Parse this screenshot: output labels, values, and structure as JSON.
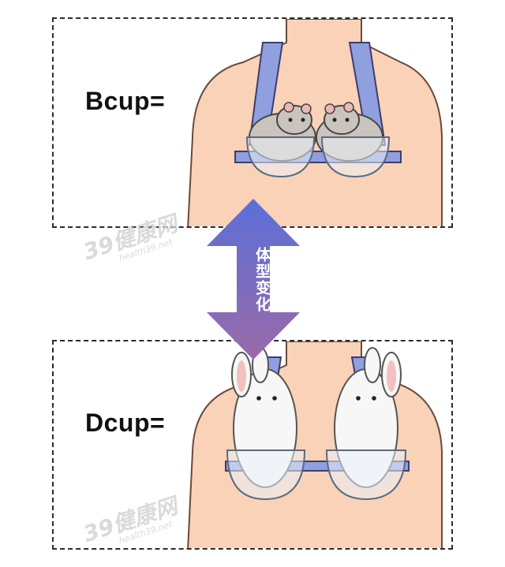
{
  "panels": {
    "top": {
      "label": "Bcup="
    },
    "bottom": {
      "label": "Dcup="
    }
  },
  "arrow": {
    "label": "体型变化",
    "colors": {
      "top": "#5b6fd8",
      "bottom": "#9b6aa8"
    }
  },
  "watermark": {
    "logo": "39健康网",
    "url": "health39.net"
  },
  "colors": {
    "skin": "#f9d2b8",
    "strap": "#8f9fe0",
    "hamster": "#c9c4bd",
    "rabbit": "#f7f7f7"
  }
}
